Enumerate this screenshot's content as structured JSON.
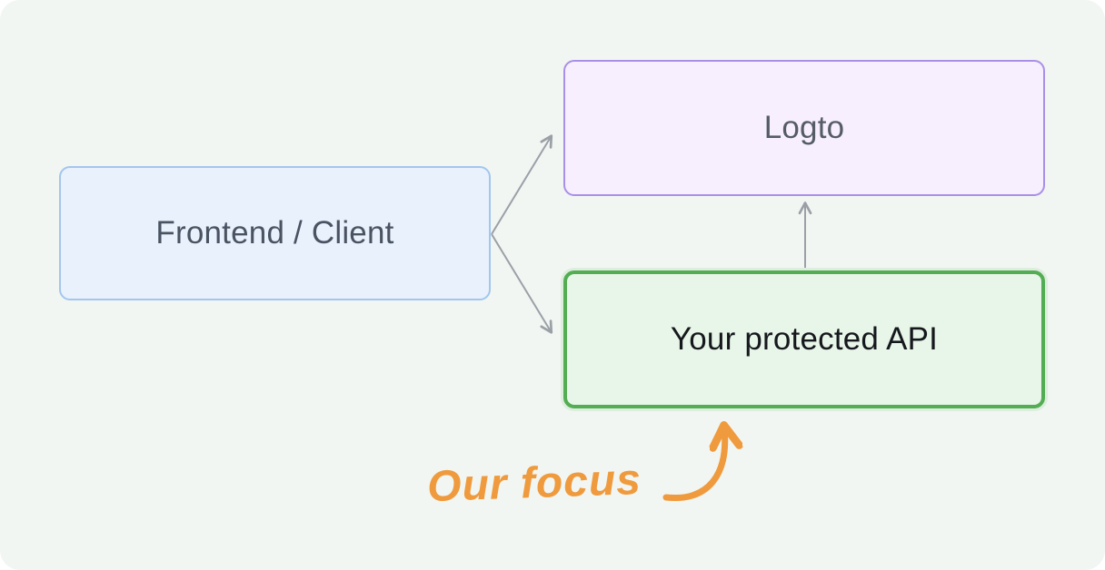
{
  "diagram": {
    "nodes": {
      "frontend": {
        "label": "Frontend / Client"
      },
      "logto": {
        "label": "Logto"
      },
      "api": {
        "label": "Your protected API"
      }
    },
    "edges": [
      {
        "from": "frontend",
        "to": "logto"
      },
      {
        "from": "frontend",
        "to": "api"
      },
      {
        "from": "api",
        "to": "logto"
      }
    ],
    "annotation": {
      "label": "Our focus",
      "points_to": "api"
    }
  },
  "colors": {
    "background": "#f1f6f2",
    "frontend_fill": "#e8f1fc",
    "frontend_border": "#a3c6ee",
    "logto_fill": "#f7effd",
    "logto_border": "#a98fe8",
    "api_fill": "#e7f6e8",
    "api_border": "#53ad53",
    "arrow": "#9aa0a6",
    "annotation": "#f09a3e"
  }
}
